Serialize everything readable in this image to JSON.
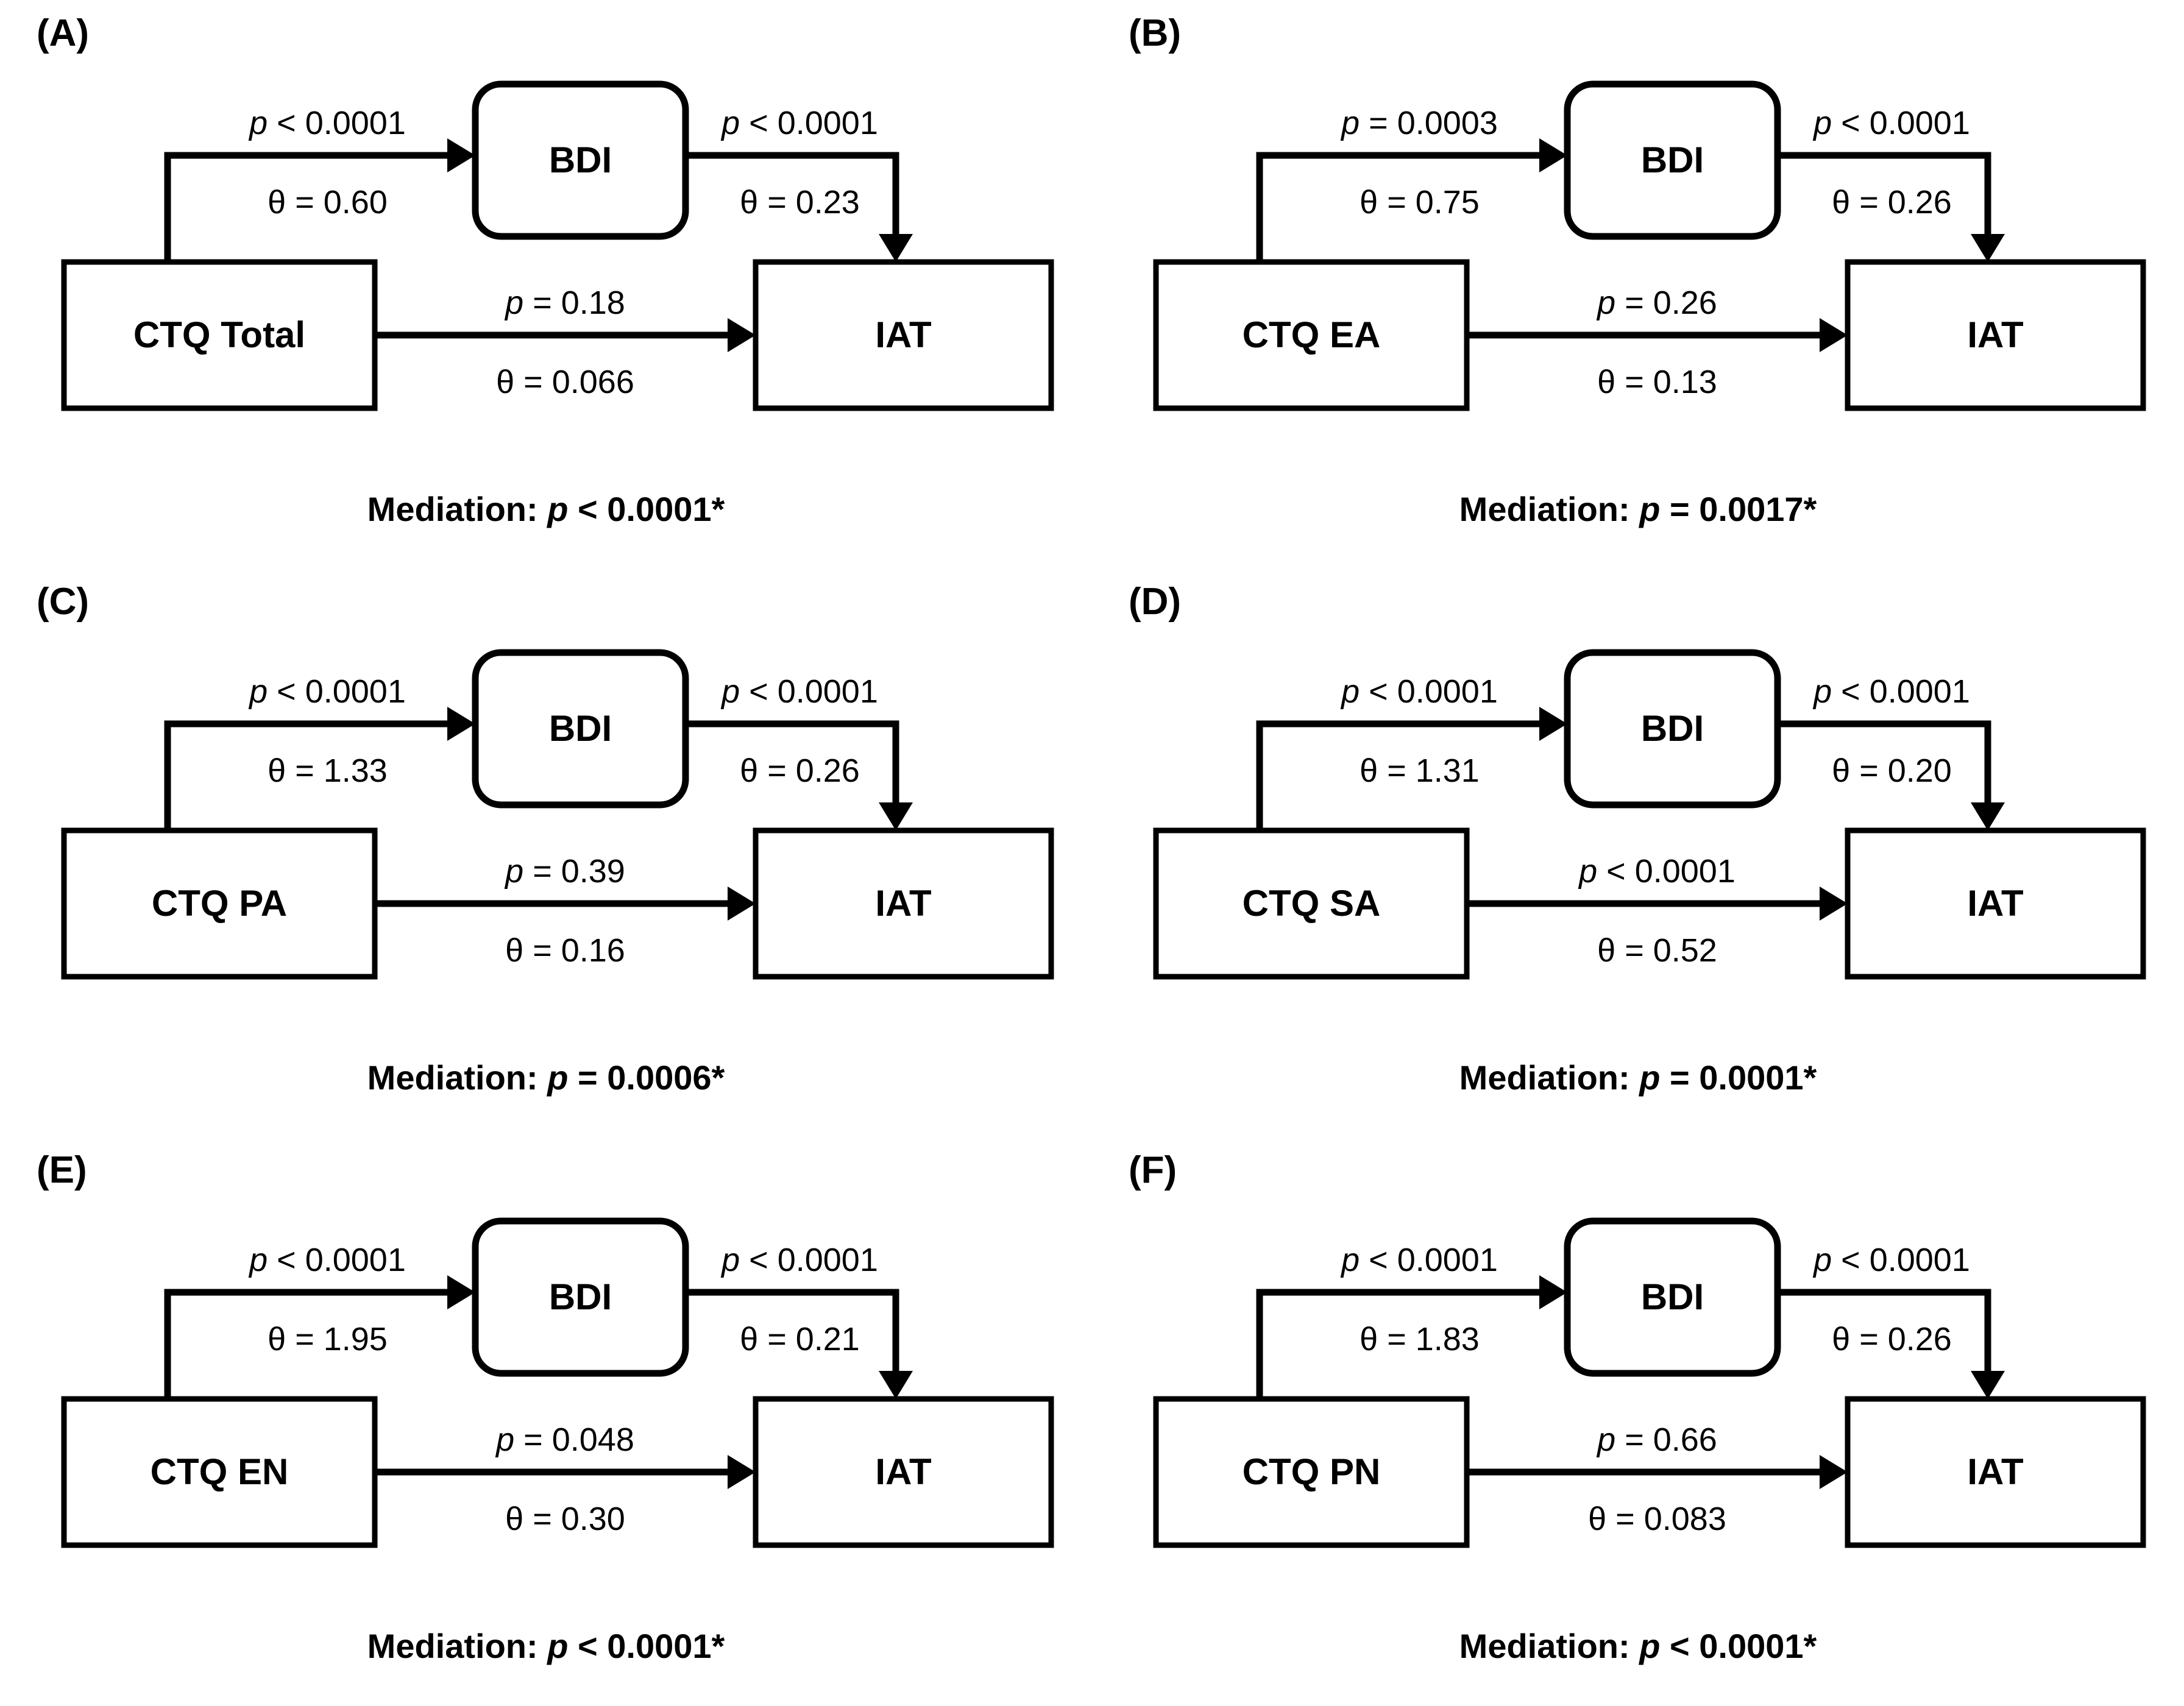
{
  "figure": {
    "type": "mediation-diagram-grid",
    "rows": 3,
    "cols": 2,
    "background_color": "#ffffff",
    "line_color": "#000000",
    "mediator_label": "BDI",
    "outcome_label": "IAT"
  },
  "symbols": {
    "theta": "θ",
    "equals": "=",
    "less_than": "<",
    "asterisk": "*"
  },
  "panels": [
    {
      "letter": "(A)",
      "predictor": "CTQ Total",
      "mediator": "BDI",
      "outcome": "IAT",
      "a_path": {
        "p_prefix": "p",
        "p_rel": "<",
        "p_value": "0.0001",
        "p_text": "p < 0.0001",
        "theta_text": "θ = 0.60",
        "theta_value": "0.60"
      },
      "b_path": {
        "p_prefix": "p",
        "p_rel": "<",
        "p_value": "0.0001",
        "p_text": "p < 0.0001",
        "theta_text": "θ = 0.23",
        "theta_value": "0.23"
      },
      "c_path": {
        "p_prefix": "p",
        "p_rel": "=",
        "p_value": "0.18",
        "p_text": "p = 0.18",
        "theta_text": "θ = 0.066",
        "theta_value": "0.066"
      },
      "mediation": {
        "prefix": "Mediation: ",
        "p_prefix": "p",
        "p_rel": "<",
        "p_value": "0.0001",
        "star": "*",
        "full_text": "Mediation: p < 0.0001*"
      }
    },
    {
      "letter": "(B)",
      "predictor": "CTQ EA",
      "mediator": "BDI",
      "outcome": "IAT",
      "a_path": {
        "p_prefix": "p",
        "p_rel": "=",
        "p_value": "0.0003",
        "p_text": "p = 0.0003",
        "theta_text": "θ = 0.75",
        "theta_value": "0.75"
      },
      "b_path": {
        "p_prefix": "p",
        "p_rel": "<",
        "p_value": "0.0001",
        "p_text": "p < 0.0001",
        "theta_text": "θ = 0.26",
        "theta_value": "0.26"
      },
      "c_path": {
        "p_prefix": "p",
        "p_rel": "=",
        "p_value": "0.26",
        "p_text": "p = 0.26",
        "theta_text": "θ = 0.13",
        "theta_value": "0.13"
      },
      "mediation": {
        "prefix": "Mediation: ",
        "p_prefix": "p",
        "p_rel": "=",
        "p_value": "0.0017",
        "star": "*",
        "full_text": "Mediation: p = 0.0017*"
      }
    },
    {
      "letter": "(C)",
      "predictor": "CTQ PA",
      "mediator": "BDI",
      "outcome": "IAT",
      "a_path": {
        "p_prefix": "p",
        "p_rel": "<",
        "p_value": "0.0001",
        "p_text": "p < 0.0001",
        "theta_text": "θ = 1.33",
        "theta_value": "1.33"
      },
      "b_path": {
        "p_prefix": "p",
        "p_rel": "<",
        "p_value": "0.0001",
        "p_text": "p < 0.0001",
        "theta_text": "θ = 0.26",
        "theta_value": "0.26"
      },
      "c_path": {
        "p_prefix": "p",
        "p_rel": "=",
        "p_value": "0.39",
        "p_text": "p = 0.39",
        "theta_text": "θ = 0.16",
        "theta_value": "0.16"
      },
      "mediation": {
        "prefix": "Mediation: ",
        "p_prefix": "p",
        "p_rel": "=",
        "p_value": "0.0006",
        "star": "*",
        "full_text": "Mediation: p = 0.0006*"
      }
    },
    {
      "letter": "(D)",
      "predictor": "CTQ SA",
      "mediator": "BDI",
      "outcome": "IAT",
      "a_path": {
        "p_prefix": "p",
        "p_rel": "<",
        "p_value": "0.0001",
        "p_text": "p < 0.0001",
        "theta_text": "θ = 1.31",
        "theta_value": "1.31"
      },
      "b_path": {
        "p_prefix": "p",
        "p_rel": "<",
        "p_value": "0.0001",
        "p_text": "p < 0.0001",
        "theta_text": "θ = 0.20",
        "theta_value": "0.20"
      },
      "c_path": {
        "p_prefix": "p",
        "p_rel": "<",
        "p_value": "0.0001",
        "p_text": "p < 0.0001",
        "theta_text": "θ = 0.52",
        "theta_value": "0.52"
      },
      "mediation": {
        "prefix": "Mediation: ",
        "p_prefix": "p",
        "p_rel": "=",
        "p_value": "0.0001",
        "star": "*",
        "full_text": "Mediation: p = 0.0001*"
      }
    },
    {
      "letter": "(E)",
      "predictor": "CTQ EN",
      "mediator": "BDI",
      "outcome": "IAT",
      "a_path": {
        "p_prefix": "p",
        "p_rel": "<",
        "p_value": "0.0001",
        "p_text": "p < 0.0001",
        "theta_text": "θ = 1.95",
        "theta_value": "1.95"
      },
      "b_path": {
        "p_prefix": "p",
        "p_rel": "<",
        "p_value": "0.0001",
        "p_text": "p < 0.0001",
        "theta_text": "θ = 0.21",
        "theta_value": "0.21"
      },
      "c_path": {
        "p_prefix": "p",
        "p_rel": "=",
        "p_value": "0.048",
        "p_text": "p = 0.048",
        "theta_text": "θ = 0.30",
        "theta_value": "0.30"
      },
      "mediation": {
        "prefix": "Mediation: ",
        "p_prefix": "p",
        "p_rel": "<",
        "p_value": "0.0001",
        "star": "*",
        "full_text": "Mediation: p < 0.0001*"
      }
    },
    {
      "letter": "(F)",
      "predictor": "CTQ PN",
      "mediator": "BDI",
      "outcome": "IAT",
      "a_path": {
        "p_prefix": "p",
        "p_rel": "<",
        "p_value": "0.0001",
        "p_text": "p < 0.0001",
        "theta_text": "θ = 1.83",
        "theta_value": "1.83"
      },
      "b_path": {
        "p_prefix": "p",
        "p_rel": "<",
        "p_value": "0.0001",
        "p_text": "p < 0.0001",
        "theta_text": "θ = 0.26",
        "theta_value": "0.26"
      },
      "c_path": {
        "p_prefix": "p",
        "p_rel": "=",
        "p_value": "0.66",
        "p_text": "p = 0.66",
        "theta_text": "θ = 0.083",
        "theta_value": "0.083"
      },
      "mediation": {
        "prefix": "Mediation: ",
        "p_prefix": "p",
        "p_rel": "<",
        "p_value": "0.0001",
        "star": "*",
        "full_text": "Mediation: p < 0.0001*"
      }
    }
  ]
}
